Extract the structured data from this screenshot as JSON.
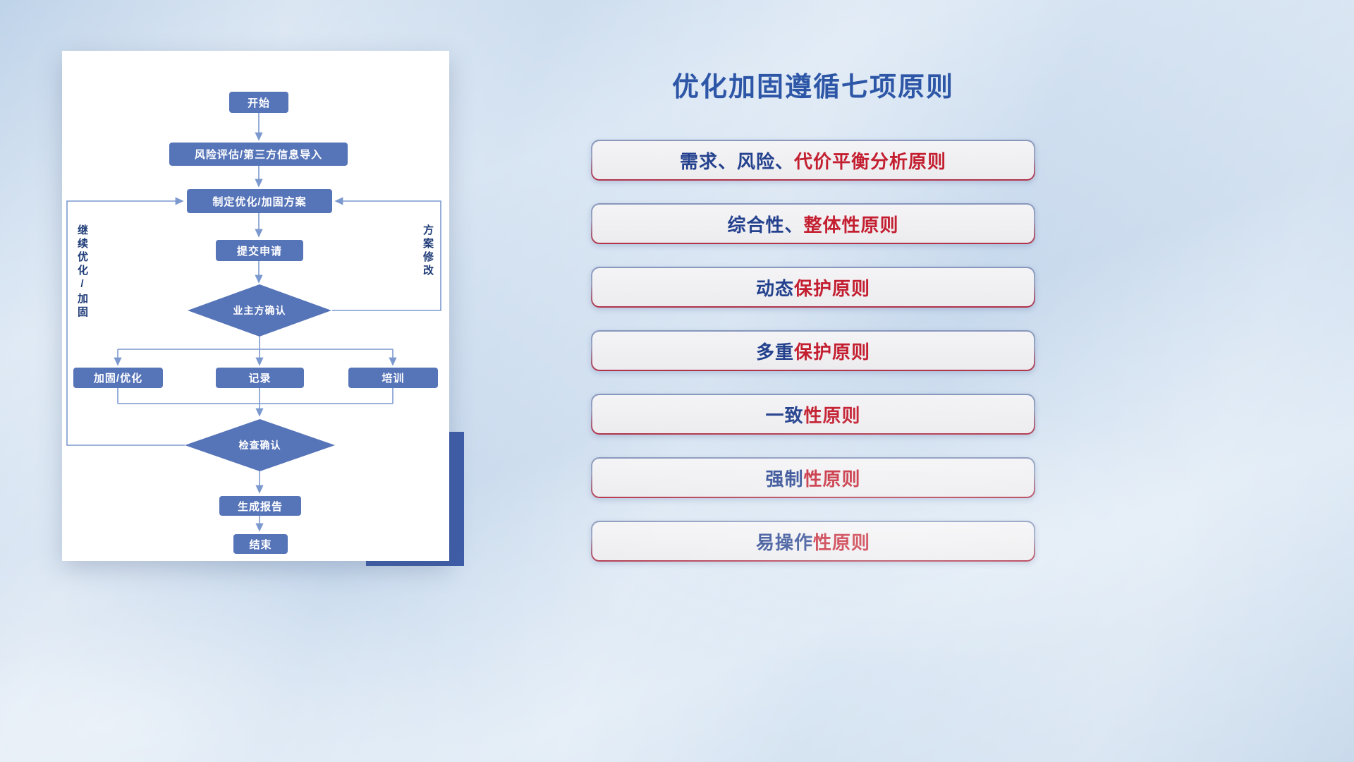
{
  "flowchart": {
    "nodes": {
      "start": "开始",
      "risk_import": "风险评估/第三方信息导入",
      "make_plan": "制定优化/加固方案",
      "submit": "提交申请",
      "owner_confirm": "业主方确认",
      "harden": "加固/优化",
      "record": "记录",
      "training": "培训",
      "check_confirm": "检查确认",
      "report": "生成报告",
      "end": "结束"
    },
    "loop_labels": {
      "left": "继续优化/加固",
      "right": "方案修改"
    }
  },
  "principles": {
    "title": "优化加固遵循七项原则",
    "items": [
      {
        "blue": "需求、风险、",
        "red": "代价平衡分析原则"
      },
      {
        "blue": "综合性、",
        "red": "整体性原则"
      },
      {
        "blue": "动态",
        "red": "保护原则"
      },
      {
        "blue": "多重",
        "red": "保护原则"
      },
      {
        "blue": "一致",
        "red": "性原则"
      },
      {
        "blue": "强制",
        "red": "性原则"
      },
      {
        "blue": "易操作",
        "red": "性原则"
      }
    ]
  },
  "colors": {
    "title_blue": "#2d56a7",
    "item_blue": "#24418e",
    "item_red": "#c31f30",
    "node_fill": "#5674b8",
    "connector_blue": "#7c99cf",
    "accent_block": "#3f5da8",
    "card_bg": "#ffffff",
    "item_bg": "#f0f0f2"
  }
}
